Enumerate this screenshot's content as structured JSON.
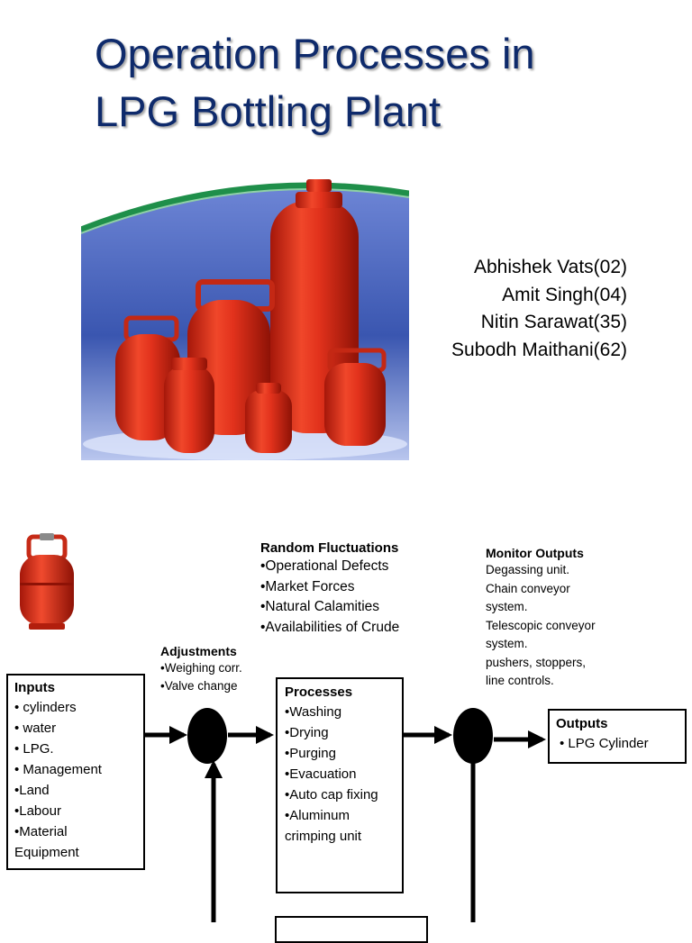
{
  "slide1": {
    "title_lines": [
      "Operation Processes in",
      "LPG Bottling Plant"
    ],
    "authors": [
      "Abhishek Vats(02)",
      "Amit Singh(04)",
      "Nitin Sarawat(35)",
      "Subodh Maithani(62)"
    ]
  },
  "slide2": {
    "random_fluctuations": {
      "heading": "Random Fluctuations",
      "items": [
        "•Operational Defects",
        "•Market Forces",
        "•Natural Calamities",
        "•Availabilities of Crude"
      ]
    },
    "monitor_outputs": {
      "heading": "Monitor Outputs",
      "lines": [
        "Degassing unit.",
        "Chain conveyor",
        "system.",
        "Telescopic conveyor",
        "system.",
        "pushers, stoppers,",
        "line controls."
      ]
    },
    "adjustments": {
      "heading": "Adjustments",
      "items": [
        "•Weighing corr.",
        "•Valve change"
      ]
    },
    "inputs": {
      "heading": "Inputs",
      "items": [
        "• cylinders",
        "• water",
        "• LPG.",
        "• Management",
        "•Land",
        "•Labour",
        "•Material",
        "Equipment"
      ]
    },
    "processes": {
      "heading": "Processes",
      "items": [
        "•Washing",
        "•Drying",
        "•Purging",
        "•Evacuation",
        "•Auto cap fixing",
        "•Aluminum",
        "crimping unit"
      ]
    },
    "outputs": {
      "heading": "Outputs",
      "items": [
        "•  LPG Cylinder"
      ]
    }
  },
  "colors": {
    "title": "#0e2a6b",
    "cylinder_red": "#e2321c",
    "hero_background": "#3a56b0",
    "arc_green": "#1f8f4a"
  }
}
